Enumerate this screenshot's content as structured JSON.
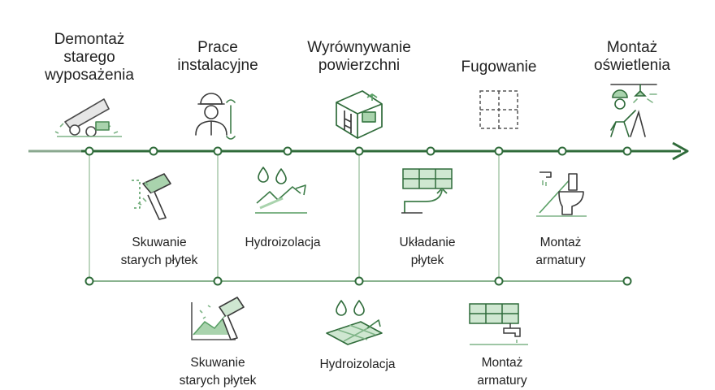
{
  "top_steps": [
    {
      "label": "Demontaż\nstarego\nwyposażenia",
      "icon": "demolition-excavator-icon"
    },
    {
      "label": "Prace\ninstalacyjne",
      "icon": "worker-wrench-icon"
    },
    {
      "label": "Wyrównywanie\npowierzchni",
      "icon": "leveling-box-icon"
    },
    {
      "label": "Fugowanie",
      "icon": "grout-grid-icon"
    },
    {
      "label": "Montaż\noświetlenia",
      "icon": "worker-lamp-icon"
    }
  ],
  "middle_steps": [
    {
      "label": "Skuwanie\nstarych płytek",
      "icon": "hammer-icon"
    },
    {
      "label": "Hydroizolacja",
      "icon": "water-drops-icon"
    },
    {
      "label": "Układanie\npłytek",
      "icon": "tile-laying-icon"
    },
    {
      "label": "Montaż\narmatury",
      "icon": "faucet-toilet-icon"
    }
  ],
  "bottom_steps": [
    {
      "label": "Skuwanie\nstarych płytek",
      "icon": "hammer-debris-icon"
    },
    {
      "label": "Hydroizolacja",
      "icon": "water-drops-floor-icon"
    },
    {
      "label": "Montaż\narmatury",
      "icon": "tiles-faucet-icon"
    }
  ],
  "colors": {
    "line": "#2f6b3a",
    "accent": "#4d9a5a",
    "light": "#a9d3ad",
    "gray": "#555555"
  }
}
